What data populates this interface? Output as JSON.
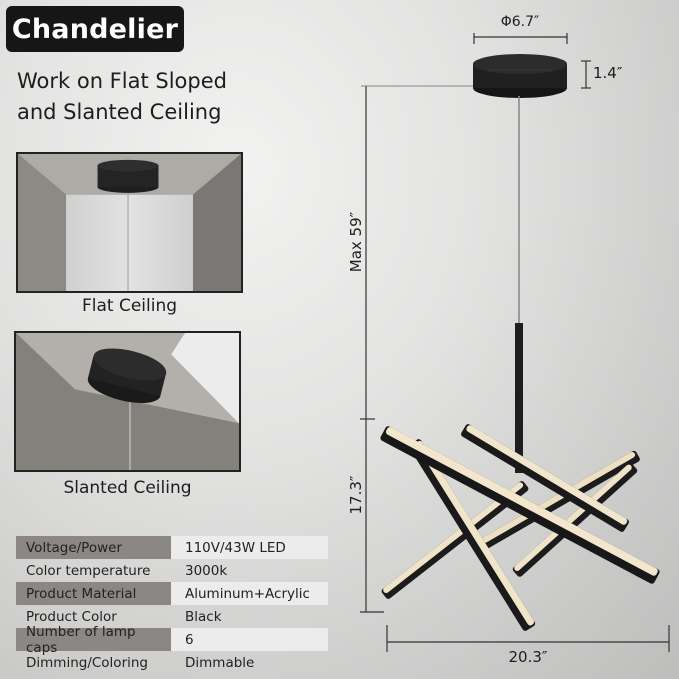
{
  "header": {
    "badge_label": "Chandelier",
    "subtitle_line1": "Work on Flat Sloped",
    "subtitle_line2": "and Slanted Ceiling"
  },
  "scenes": [
    {
      "caption": "Flat Ceiling"
    },
    {
      "caption": "Slanted Ceiling"
    }
  ],
  "specs": [
    {
      "key": "Voltage/Power",
      "value": "110V/43W LED",
      "shaded": true
    },
    {
      "key": "Color temperature",
      "value": "3000k",
      "shaded": false
    },
    {
      "key": "Product Material",
      "value": "Aluminum+Acrylic",
      "shaded": true
    },
    {
      "key": "Product Color",
      "value": "Black",
      "shaded": false
    },
    {
      "key": "Number of lamp caps",
      "value": "6",
      "shaded": true
    },
    {
      "key": "Dimming/Coloring",
      "value": "Dimmable",
      "shaded": false
    }
  ],
  "dimensions": {
    "canopy_diameter": "Φ6.7″",
    "canopy_height": "1.4″",
    "max_length": "Max 59″",
    "body_height": "17.3″",
    "body_width": "20.3″"
  },
  "colors": {
    "badge_bg": "#161616",
    "fixture_black": "#1e1e1e",
    "led_glow": "#efe3c8",
    "table_key_shade": "#8a8784",
    "table_value_shade": "#ececec"
  },
  "icons": {
    "chandelier": "chandelier-illustration",
    "flat_ceiling": "flat-ceiling-illustration",
    "slanted_ceiling": "slanted-ceiling-illustration"
  }
}
